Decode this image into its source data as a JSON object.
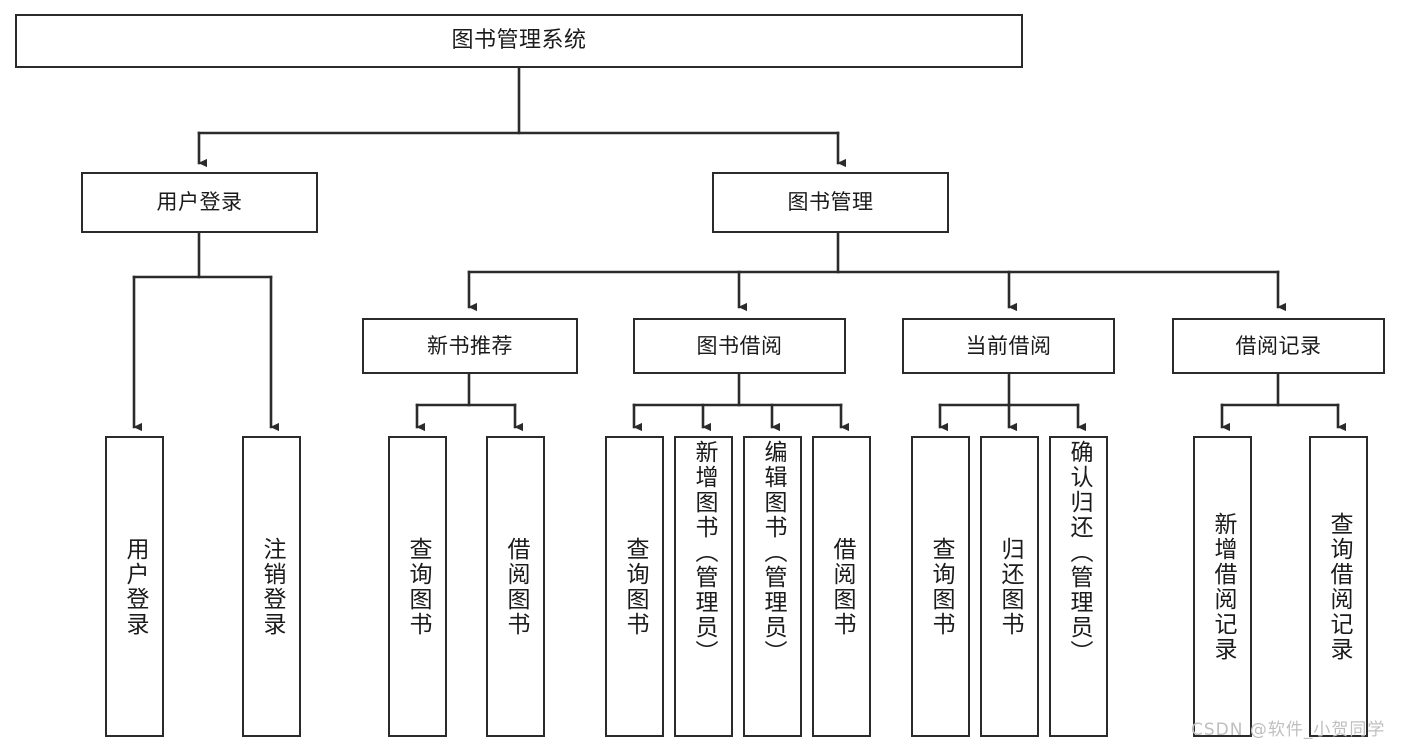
{
  "diagram": {
    "title": "图书管理系统",
    "type": "tree-hierarchy-chart",
    "stroke_color": "#2b2b2b",
    "fill_color": "#ffffff",
    "text_color": "#1b1b1b"
  },
  "nodes": {
    "root": {
      "label": "图书管理系统"
    },
    "level2": [
      {
        "id": "user-login",
        "label": "用户登录"
      },
      {
        "id": "book-management",
        "label": "图书管理"
      }
    ],
    "level3": [
      {
        "id": "new-book-recommend",
        "label": "新书推荐"
      },
      {
        "id": "book-borrow",
        "label": "图书借阅"
      },
      {
        "id": "current-borrow",
        "label": "当前借阅"
      },
      {
        "id": "borrow-record",
        "label": "借阅记录"
      }
    ],
    "leaves": [
      {
        "id": "leaf-user-login",
        "label": "用户登录",
        "parent": "user-login"
      },
      {
        "id": "leaf-logout-login",
        "label": "注销登录",
        "parent": "user-login"
      },
      {
        "id": "leaf-query-book-1",
        "label": "查询图书",
        "parent": "new-book-recommend"
      },
      {
        "id": "leaf-borrow-book-1",
        "label": "借阅图书",
        "parent": "new-book-recommend"
      },
      {
        "id": "leaf-query-book-2",
        "label": "查询图书",
        "parent": "book-borrow"
      },
      {
        "id": "leaf-add-book-admin",
        "label": "新增图书（管理员）",
        "parent": "book-borrow"
      },
      {
        "id": "leaf-edit-book-admin",
        "label": "编辑图书（管理员）",
        "parent": "book-borrow"
      },
      {
        "id": "leaf-borrow-book-2",
        "label": "借阅图书",
        "parent": "book-borrow"
      },
      {
        "id": "leaf-query-book-3",
        "label": "查询图书",
        "parent": "current-borrow"
      },
      {
        "id": "leaf-return-book",
        "label": "归还图书",
        "parent": "current-borrow"
      },
      {
        "id": "leaf-confirm-return-admin",
        "label": "确认归还（管理员）",
        "parent": "current-borrow"
      },
      {
        "id": "leaf-add-borrow-record",
        "label": "新增借阅记录",
        "parent": "borrow-record"
      },
      {
        "id": "leaf-query-borrow-record",
        "label": "查询借阅记录",
        "parent": "borrow-record"
      }
    ]
  },
  "watermark": {
    "text": "CSDN @软件_小贺同学",
    "color": "#bfbfbf"
  }
}
